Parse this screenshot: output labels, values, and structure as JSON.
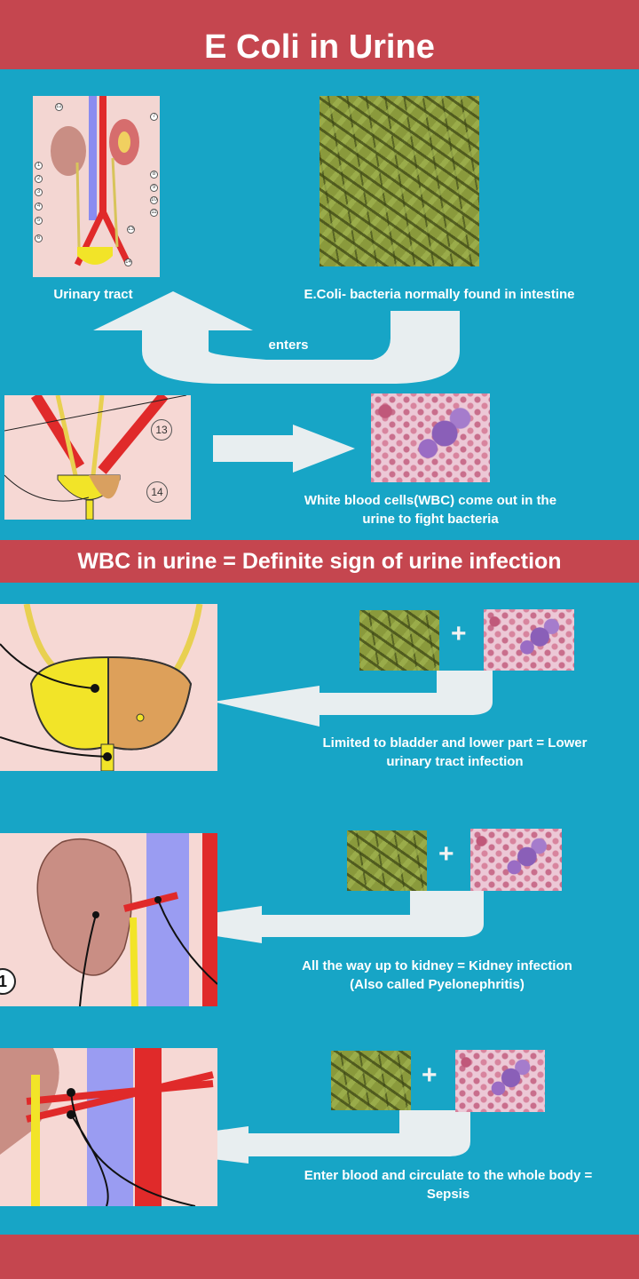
{
  "header": {
    "title": "E Coli in Urine"
  },
  "top": {
    "urinary_tract_caption": "Urinary tract",
    "ecoli_caption": "E.Coli- bacteria normally found in intestine",
    "arrow_label": "enters",
    "diagram_numbers": [
      "1",
      "2",
      "3",
      "4",
      "5",
      "6",
      "7",
      "8",
      "9",
      "10",
      "11",
      "12",
      "13",
      "14"
    ],
    "bladder_numbers": [
      "13",
      "14"
    ],
    "wbc_caption_line1": "White blood cells(WBC) come out in the",
    "wbc_caption_line2": "urine to fight bacteria"
  },
  "band": {
    "text": "WBC in urine = Definite sign of urine infection"
  },
  "sections": [
    {
      "plus": "+",
      "line1": "Limited to bladder and lower part = Lower",
      "line2": "urinary tract infection"
    },
    {
      "plus": "+",
      "line1": "All the way up to kidney = Kidney infection",
      "line2": "(Also called Pyelonephritis)",
      "marker": "1"
    },
    {
      "plus": "+",
      "line1": "Enter blood and circulate to the whole body =",
      "line2": "Sepsis"
    }
  ],
  "colors": {
    "red": "#c5464f",
    "blue": "#17a5c6",
    "arrow": "#e8eef0"
  }
}
